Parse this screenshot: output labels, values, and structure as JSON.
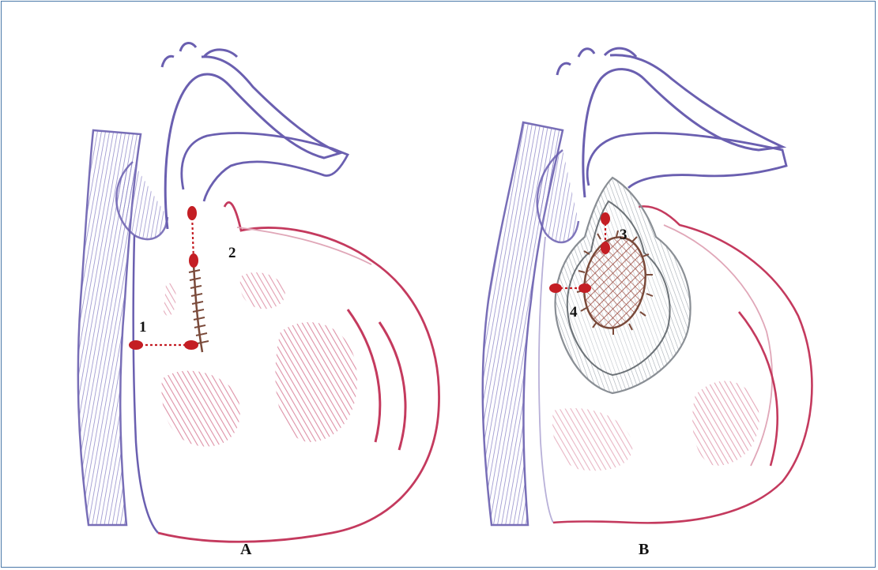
{
  "panels": {
    "a": {
      "label": "A"
    },
    "b": {
      "label": "B"
    }
  },
  "markers": {
    "m1": "1",
    "m2": "2",
    "m3": "3",
    "m4": "4"
  },
  "colors": {
    "border": "#4a78a8",
    "outline_blue": "#6a5fb0",
    "outline_red": "#c43a5e",
    "shade_red": "#d9849c",
    "suture": "#7a4a3a",
    "marker": "#c41e24",
    "patch_gray": "#8a8f95"
  }
}
